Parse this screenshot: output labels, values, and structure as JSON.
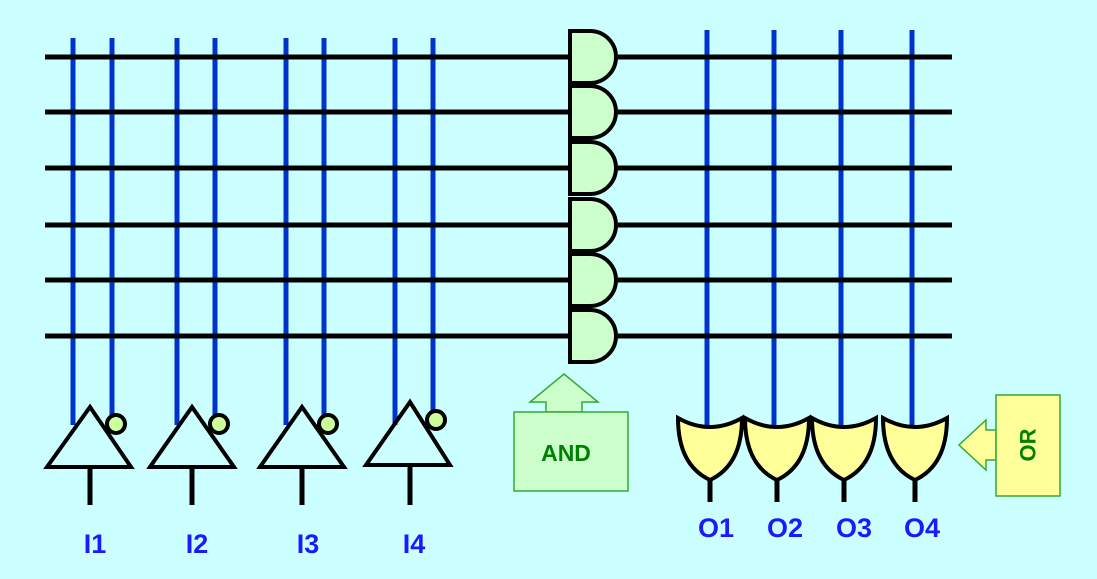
{
  "inputs": [
    {
      "label": "I1"
    },
    {
      "label": "I2"
    },
    {
      "label": "I3"
    },
    {
      "label": "I4"
    }
  ],
  "outputs": [
    {
      "label": "O1"
    },
    {
      "label": "O2"
    },
    {
      "label": "O3"
    },
    {
      "label": "O4"
    }
  ],
  "callouts": {
    "and_label": "AND",
    "or_label": "OR"
  },
  "product_terms": 6,
  "colors": {
    "background": "#ccffff",
    "wire_blue": "#0033cc",
    "wire_black": "#000000",
    "and_gate_fill": "#ccffcc",
    "or_gate_fill": "#ffff99",
    "bubble_fill": "#ccff99",
    "label_blue": "#1a1aff",
    "callout_text_green": "#008000",
    "callout_stroke_green": "#33aa33"
  }
}
